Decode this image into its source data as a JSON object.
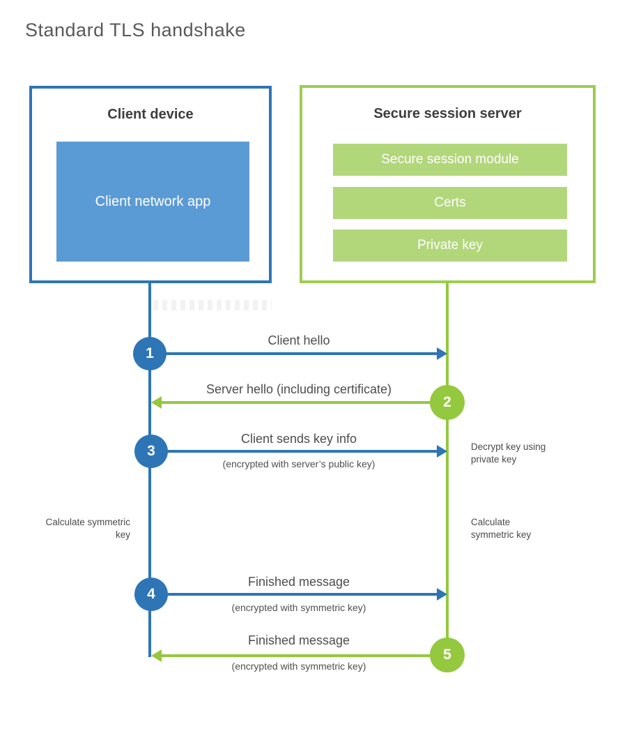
{
  "title": "Standard TLS handshake",
  "colors": {
    "blue": "#2e75b6",
    "blue_fill": "#5b9bd5",
    "green": "#94c83e",
    "green_border": "#9ecd50",
    "green_fill": "#b2d77b"
  },
  "client_box": {
    "title": "Client device",
    "app_label": "Client network app"
  },
  "server_box": {
    "title": "Secure session server",
    "modules": [
      "Secure session module",
      "Certs",
      "Private key"
    ]
  },
  "steps": [
    {
      "num": "1",
      "label": "Client hello",
      "sub": "",
      "direction": "client-to-server"
    },
    {
      "num": "2",
      "label": "Server hello (including certificate)",
      "sub": "",
      "direction": "server-to-client"
    },
    {
      "num": "3",
      "label": "Client sends key info",
      "sub": "(encrypted with server’s public key)",
      "direction": "client-to-server"
    },
    {
      "num": "4",
      "label": "Finished message",
      "sub": "(encrypted with symmetric key)",
      "direction": "client-to-server"
    },
    {
      "num": "5",
      "label": "Finished message",
      "sub": "(encrypted with symmetric key)",
      "direction": "server-to-client"
    }
  ],
  "annotations": {
    "decrypt": "Decrypt key using private key",
    "calc_left": "Calculate symmetric key",
    "calc_right": "Calculate symmetric key"
  }
}
